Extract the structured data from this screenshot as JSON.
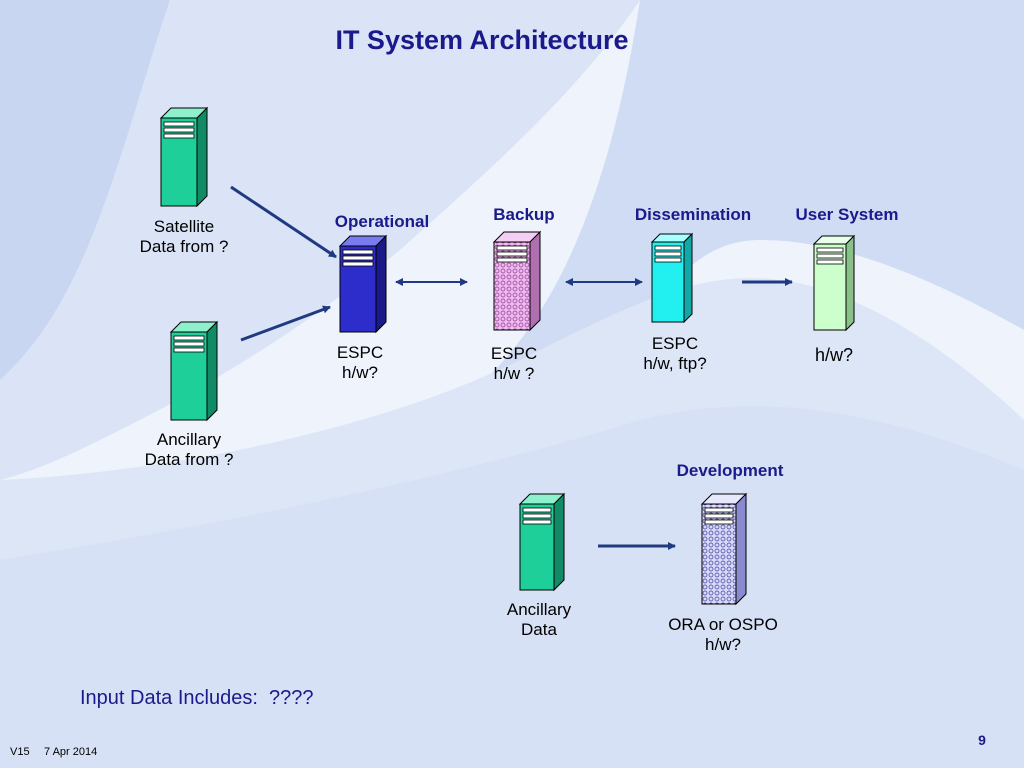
{
  "title": "IT System Architecture",
  "headers": {
    "operational": "Operational",
    "backup": "Backup",
    "dissemination": "Dissemination",
    "user_system": "User System",
    "development": "Development"
  },
  "labels": {
    "satellite": [
      "Satellite",
      "Data from ?"
    ],
    "ancillary_from": [
      "Ancillary",
      "Data from ?"
    ],
    "operational": [
      "ESPC",
      "h/w?"
    ],
    "backup": [
      "ESPC",
      "h/w ?"
    ],
    "dissemination": [
      "ESPC",
      "h/w, ftp?"
    ],
    "user_system": "h/w?",
    "ancillary": [
      "Ancillary",
      "Data"
    ],
    "development": [
      "ORA or OSPO",
      "h/w?"
    ]
  },
  "note": "Input Data Includes:  ????",
  "footer": {
    "version": "V15",
    "date": "7 Apr 2014",
    "page": "9"
  },
  "colors": {
    "title": "#1a1a8c",
    "arrow": "#1f3a80",
    "satellite_server": "#1fcf99",
    "operational_server": "#2d2dcc",
    "backup_server": "#e6a8e6",
    "dissemination_server": "#22f0f0",
    "user_server": "#ccffcc",
    "development_server": "#c6c6f5"
  }
}
